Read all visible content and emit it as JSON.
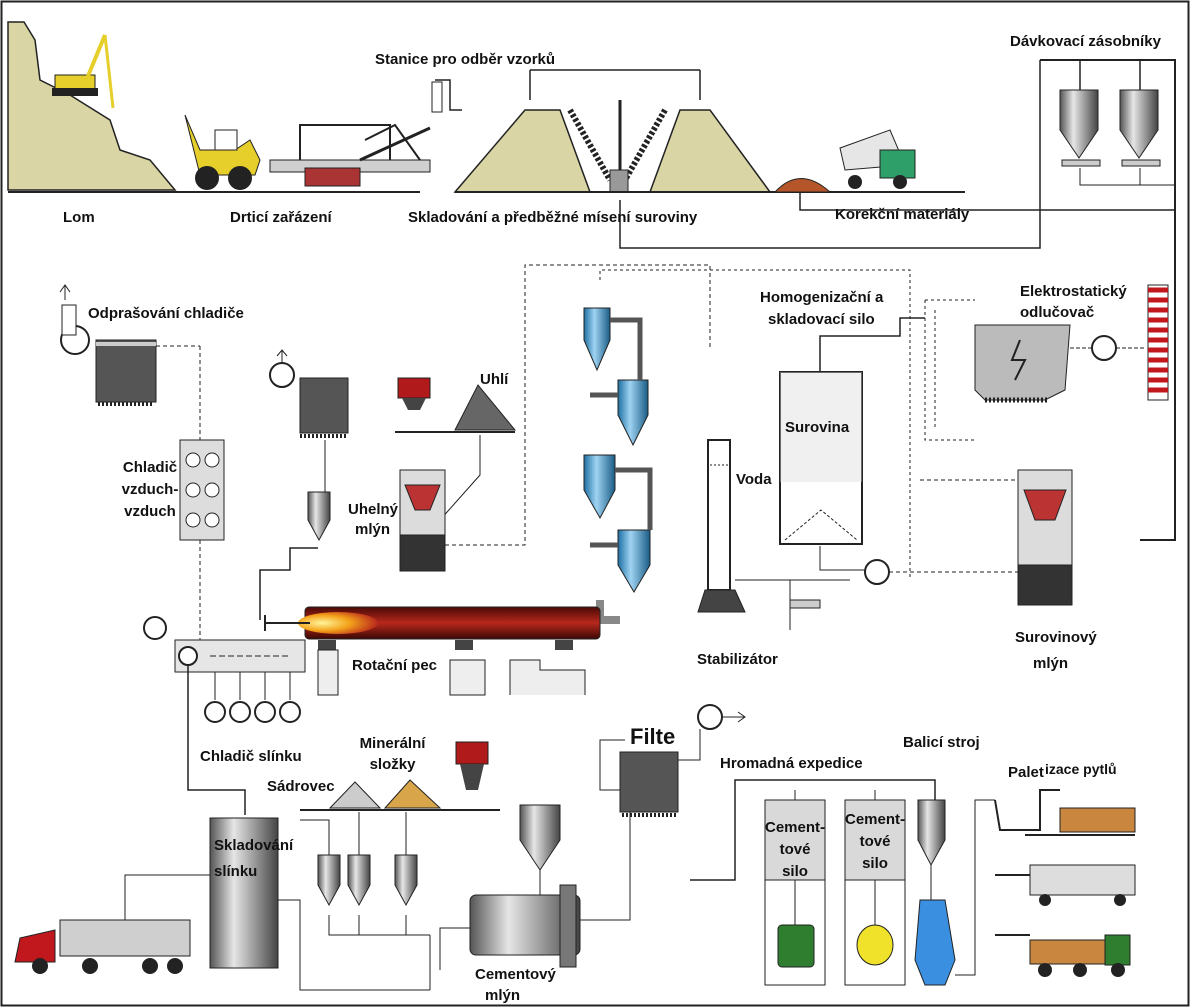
{
  "labels": {
    "lom": "Lom",
    "drtici": "Drticí zařázení",
    "stanice": "Stanice pro odběr vzorků",
    "skladovani": "Skladování a předběžné mísení suroviny",
    "korekcni": "Korekční materiály",
    "davkovaci": "Dávkovací zásobníky",
    "odprasovani": "Odprašování chladiče",
    "uhli": "Uhlí",
    "homogenizacni_1": "Homogenizační a",
    "homogenizacni_2": "skladovací silo",
    "elektrostaticky_1": "Elektrostatický",
    "elektrostaticky_2": "odlučovač",
    "surovina": "Surovina",
    "voda": "Voda",
    "chladic_vv_1": "Chladič",
    "chladic_vv_2": "vzduch-",
    "chladic_vv_3": "vzduch",
    "uhelny_1": "Uhelný",
    "uhelny_2": "mlýn",
    "rotacni_pec": "Rotační pec",
    "stabilizator": "Stabilizátor",
    "surovinovy_1": "Surovinový",
    "surovinovy_2": "mlýn",
    "chladic_slinku": "Chladič slínku",
    "mineralni_1": "Minerální",
    "mineralni_2": "složky",
    "sadrovec": "Sádrovec",
    "filte": "Filte",
    "hromadna": "Hromadná expedice",
    "balici": "Balicí stroj",
    "paletizace_a": "Palet",
    "paletizace_b": "izace pytlů",
    "skladovani_slinku_1": "Skladování",
    "skladovani_slinku_2": "slínku",
    "cementove_1": "Cement-",
    "cementove_2": "tové",
    "cementove_3": "silo",
    "cementovy_1": "Cementový",
    "cementovy_2": "mlýn"
  },
  "colors": {
    "line": "#111111",
    "kiln": "#8b1a12",
    "flame": "#f4a21a",
    "ground": "#d9d5a4",
    "equipment": "#a9a9a9",
    "dark_equipment": "#3a3a3a",
    "truck_green": "#2f7d2f",
    "truck_yellow": "#f0e22a",
    "bag_blue": "#3b8fe0",
    "truck_red": "#c0181d",
    "pallet": "#c8863e",
    "pile_brown": "#b5552a",
    "pile_gold": "#d8a54a"
  }
}
